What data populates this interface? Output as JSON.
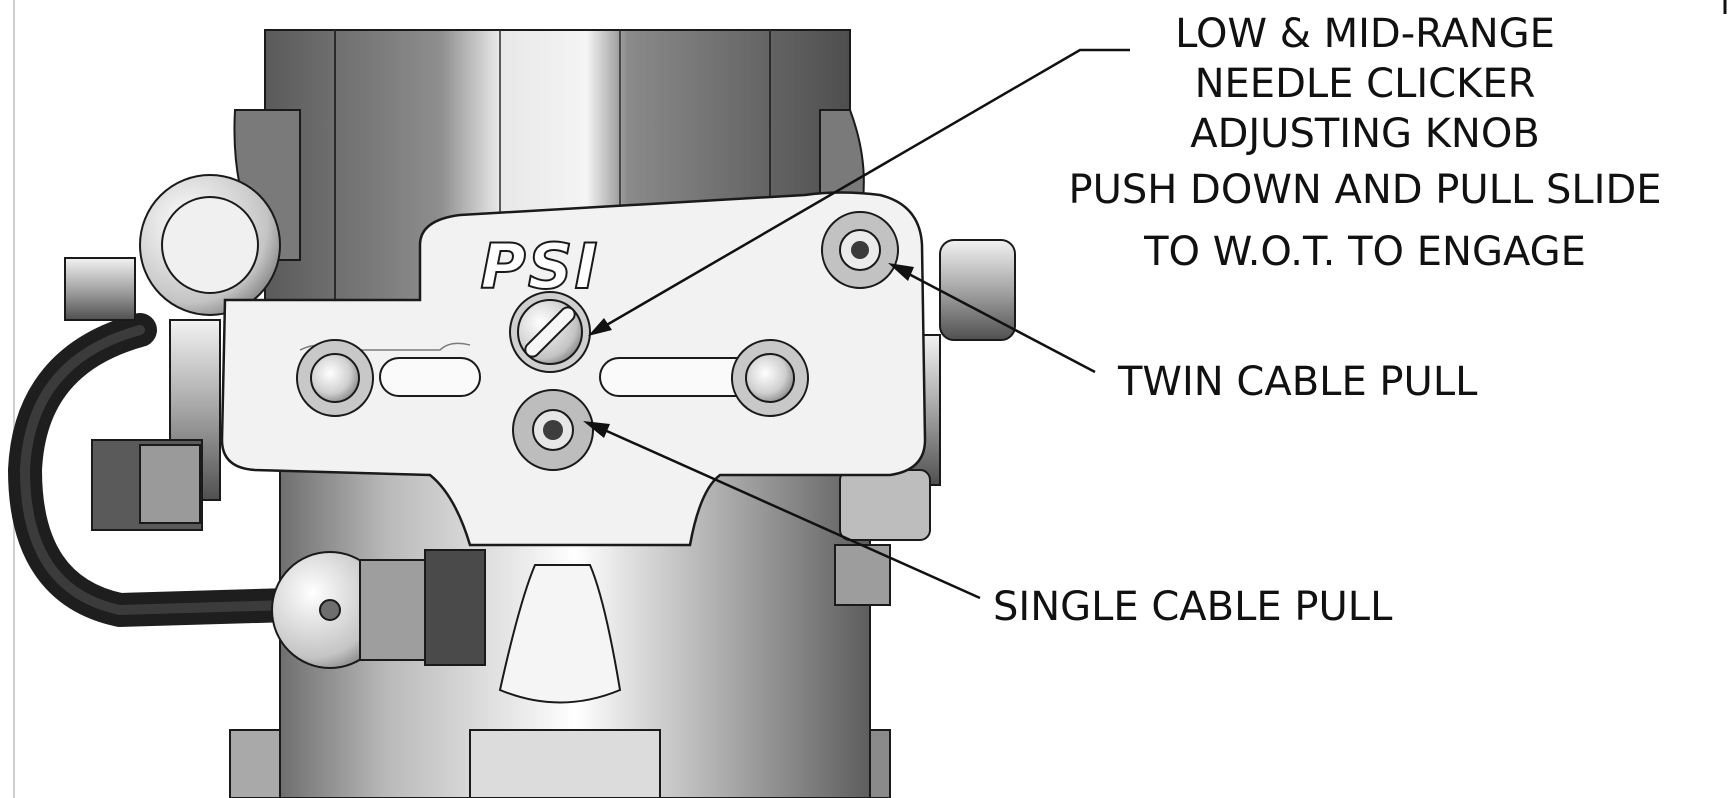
{
  "part": {
    "brand_logo_text": "PSI"
  },
  "callouts": {
    "needle_knob": {
      "lines": [
        "LOW & MID-RANGE",
        "NEEDLE CLICKER",
        "ADJUSTING KNOB",
        "PUSH DOWN AND PULL SLIDE",
        "TO W.O.T. TO ENGAGE"
      ]
    },
    "twin_cable": {
      "label": "TWIN CABLE PULL"
    },
    "single_cable": {
      "label": "SINGLE CABLE PULL"
    }
  }
}
